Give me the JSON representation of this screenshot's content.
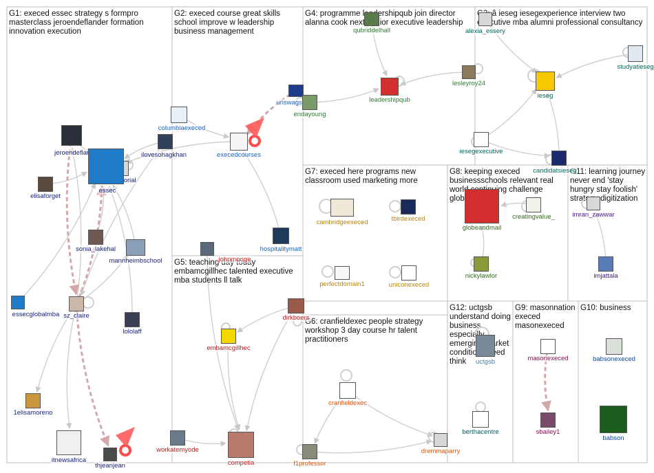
{
  "groups": [
    {
      "id": "G1",
      "title": "G1: execed essec strategy s formpro masterclass jeroendeflander formation innovation execution"
    },
    {
      "id": "G2",
      "title": "G2: execed course great skills school improve w leadership business management"
    },
    {
      "id": "G4",
      "title": "G4: programme leadershipqub join director alanna cook next senior executive leadership"
    },
    {
      "id": "G3",
      "title": "G3: â ieseg iesegexperience interview two executive mba alumni professional consultancy"
    },
    {
      "id": "G7",
      "title": "G7: execed here programs new classroom used marketing more"
    },
    {
      "id": "G8",
      "title": "G8: keeping execed businessschools relevant real world continuing challenge globeandmail"
    },
    {
      "id": "G11",
      "title": "G11: learning journey never end 'stay hungry stay foolish' strategy digitization"
    },
    {
      "id": "G5",
      "title": "G5: teaching day today embamcgillhec talented executive mba students ll talk"
    },
    {
      "id": "G6",
      "title": "G6: cranfieldexec people strategy workshop 3 day course hr talent practitioners"
    },
    {
      "id": "G12",
      "title": "G12: uctgsb understand doing business especially emerging market conditions need think"
    },
    {
      "id": "G9",
      "title": "G9: masonnation execed masonexeced"
    },
    {
      "id": "G10",
      "title": "G10: business"
    }
  ],
  "nodes": [
    {
      "id": "seggitorial",
      "label": "seggitorial",
      "color": "#1a237e",
      "img": "#d8d8d8"
    },
    {
      "id": "jeroendeflander",
      "label": "jeroendeflander",
      "color": "#1a237e",
      "img": "#2b2f3a"
    },
    {
      "id": "essec",
      "label": "essec",
      "color": "#1a237e",
      "img": "#1f7bc8"
    },
    {
      "id": "ilovesohagkhan",
      "label": "ilovesohagkhan",
      "color": "#1a237e",
      "img": "#33405a"
    },
    {
      "id": "elisaforget",
      "label": "elisaforget",
      "color": "#1a237e",
      "img": "#5a4b3e"
    },
    {
      "id": "sonia_lakehal",
      "label": "sonia_lakehal",
      "color": "#1a237e",
      "img": "#6e5a52"
    },
    {
      "id": "mannheimbschool",
      "label": "mannheimbschool",
      "color": "#1a237e",
      "img": "#8aa0b8"
    },
    {
      "id": "essecglobalmba",
      "label": "essecglobalmba",
      "color": "#1a237e",
      "img": "#1f7bc8"
    },
    {
      "id": "sz_claire",
      "label": "sz_claire",
      "color": "#1a237e",
      "img": "#c9b8a8"
    },
    {
      "id": "lololaff",
      "label": "lololaff",
      "color": "#1a237e",
      "img": "#3a3f55"
    },
    {
      "id": "1elisamoreno",
      "label": "1elisamoreno",
      "color": "#1a237e",
      "img": "#c8963c"
    },
    {
      "id": "itnewsafrica",
      "label": "itnewsafrica",
      "color": "#1a237e",
      "img": "#f0f0f0"
    },
    {
      "id": "thjeanjean",
      "label": "thjeanjean",
      "color": "#1a237e",
      "img": "#4a4a4a"
    },
    {
      "id": "columbiaexeced",
      "label": "columbiaexeced",
      "color": "#1565c0",
      "img": "#e8f0f8"
    },
    {
      "id": "execedcourses",
      "label": "execedcourses",
      "color": "#1565c0",
      "img": "#f5f5f5"
    },
    {
      "id": "hospitalitymatt",
      "label": "hospitalitymatt",
      "color": "#1565c0",
      "img": "#1e3a5a"
    },
    {
      "id": "unswagsm",
      "label": "unswagsm",
      "color": "#1565c0",
      "img": "#1e3a8a"
    },
    {
      "id": "endayoung",
      "label": "endayoung",
      "color": "#2e7d32",
      "img": "#7a9a6a"
    },
    {
      "id": "qubriddelhall",
      "label": "qubriddelhall",
      "color": "#2e7d32",
      "img": "#5a7a4a"
    },
    {
      "id": "leadershipqub",
      "label": "leadershipqub",
      "color": "#2e7d32",
      "img": "#d32f2f"
    },
    {
      "id": "lesleyroy24",
      "label": "lesleyroy24",
      "color": "#2e7d32",
      "img": "#8a7a5a"
    },
    {
      "id": "alexia_essery",
      "label": "alexia_essery",
      "color": "#00695c",
      "img": "#d8d8d8"
    },
    {
      "id": "studyatieseg",
      "label": "studyatieseg",
      "color": "#00695c",
      "img": "#e0e8f0"
    },
    {
      "id": "ieseg",
      "label": "ieseg",
      "color": "#00695c",
      "img": "#f6c800"
    },
    {
      "id": "iesegexecutive",
      "label": "iesegexecutive",
      "color": "#00695c",
      "img": "#ffffff"
    },
    {
      "id": "candidatsieseg",
      "label": "candidatsieseg",
      "color": "#00695c",
      "img": "#1a2a6a"
    },
    {
      "id": "cambridgeexeced",
      "label": "cambridgeexeced",
      "color": "#b8860b",
      "img": "#f0e8d8"
    },
    {
      "id": "tbirdexeced",
      "label": "tbirdexeced",
      "color": "#b8860b",
      "img": "#1a2a5a"
    },
    {
      "id": "perfectdomain1",
      "label": "perfectdomain1",
      "color": "#b8860b",
      "img": "#f8f8f8"
    },
    {
      "id": "uniconexeced",
      "label": "uniconexeced",
      "color": "#b8860b",
      "img": "#ffffff"
    },
    {
      "id": "globeandmail",
      "label": "globeandmail",
      "color": "#33691e",
      "img": "#d32f2f"
    },
    {
      "id": "creatingvalue_",
      "label": "creatingvalue_",
      "color": "#33691e",
      "img": "#f0f4e8"
    },
    {
      "id": "nickylawlor",
      "label": "nickylawlor",
      "color": "#33691e",
      "img": "#8a9a3a"
    },
    {
      "id": "imran_zawwar",
      "label": "imran_zawwar",
      "color": "#4a148c",
      "img": "#d8d8d8"
    },
    {
      "id": "imjattala",
      "label": "imjattala",
      "color": "#4a148c",
      "img": "#5a7ab8"
    },
    {
      "id": "johnmonge",
      "label": "johnmonge",
      "color": "#c62828",
      "img": "#5a6a7a"
    },
    {
      "id": "embamcgillhec",
      "label": "embamcgillhec",
      "color": "#b71c1c",
      "img": "#f5d800"
    },
    {
      "id": "dirkboers",
      "label": "dirkboers",
      "color": "#b71c1c",
      "img": "#9a5a4a"
    },
    {
      "id": "workatemyode",
      "label": "workatemyode",
      "color": "#b71c1c",
      "img": "#6a7a8a"
    },
    {
      "id": "competia",
      "label": "competia",
      "color": "#b71c1c",
      "img": "#b87a6a"
    },
    {
      "id": "cranfieldexec",
      "label": "cranfieldexec",
      "color": "#e65100",
      "img": "#ffffff"
    },
    {
      "id": "f1professor",
      "label": "f1professor",
      "color": "#e65100",
      "img": "#8a8a7a"
    },
    {
      "id": "dremmaparry",
      "label": "dremmaparry",
      "color": "#e65100",
      "img": "#d8d8d8"
    },
    {
      "id": "uctgsb",
      "label": "uctgsb",
      "color": "#4a7aa8",
      "img": "#7a8a9a"
    },
    {
      "id": "berthacentre",
      "label": "berthacentre",
      "color": "#006064",
      "img": "#ffffff"
    },
    {
      "id": "masonexeced",
      "label": "masonexeced",
      "color": "#880e4f",
      "img": "#ffffff"
    },
    {
      "id": "sbailey1",
      "label": "sbailey1",
      "color": "#880e4f",
      "img": "#7a4a6a"
    },
    {
      "id": "babsonexeced",
      "label": "babsonexeced",
      "color": "#0d47a1",
      "img": "#d8e0d8"
    },
    {
      "id": "babson",
      "label": "babson",
      "color": "#0d47a1",
      "img": "#1b5e20"
    }
  ],
  "edges": [
    {
      "from": "seggitorial",
      "to": "essec",
      "style": "plain"
    },
    {
      "from": "jeroendeflander",
      "to": "essec",
      "style": "plain"
    },
    {
      "from": "ilovesohagkhan",
      "to": "essec",
      "style": "plain"
    },
    {
      "from": "elisaforget",
      "to": "essec",
      "style": "plain"
    },
    {
      "from": "sonia_lakehal",
      "to": "essec",
      "style": "plain"
    },
    {
      "from": "mannheimbschool",
      "to": "essec",
      "style": "plain"
    },
    {
      "from": "essecglobalmba",
      "to": "essec",
      "style": "plain"
    },
    {
      "from": "sz_claire",
      "to": "essec",
      "style": "strong"
    },
    {
      "from": "lololaff",
      "to": "essec",
      "style": "plain"
    },
    {
      "from": "sz_claire",
      "to": "1elisamoreno",
      "style": "plain"
    },
    {
      "from": "sz_claire",
      "to": "itnewsafrica",
      "style": "plain"
    },
    {
      "from": "sz_claire",
      "to": "thjeanjean",
      "style": "strong"
    },
    {
      "from": "sz_claire",
      "to": "jeroendeflander",
      "style": "plain"
    },
    {
      "from": "sz_claire",
      "to": "mannheimbschool",
      "style": "plain"
    },
    {
      "from": "jeroendeflander",
      "to": "sz_claire",
      "style": "strong"
    },
    {
      "from": "ilovesohagkhan",
      "to": "sz_claire",
      "style": "plain"
    },
    {
      "from": "columbiaexeced",
      "to": "execedcourses",
      "style": "plain"
    },
    {
      "from": "hospitalitymatt",
      "to": "execedcourses",
      "style": "plain"
    },
    {
      "from": "unswagsm",
      "to": "execedcourses",
      "style": "strong"
    },
    {
      "from": "execedcourses",
      "to": "essec",
      "style": "plain"
    },
    {
      "from": "qubriddelhall",
      "to": "leadershipqub",
      "style": "plain"
    },
    {
      "from": "lesleyroy24",
      "to": "leadershipqub",
      "style": "plain"
    },
    {
      "from": "endayoung",
      "to": "leadershipqub",
      "style": "plain"
    },
    {
      "from": "alexia_essery",
      "to": "ieseg",
      "style": "plain"
    },
    {
      "from": "studyatieseg",
      "to": "ieseg",
      "style": "plain"
    },
    {
      "from": "iesegexecutive",
      "to": "ieseg",
      "style": "plain"
    },
    {
      "from": "candidatsieseg",
      "to": "ieseg",
      "style": "plain"
    },
    {
      "from": "iesegexecutive",
      "to": "candidatsieseg",
      "style": "plain"
    },
    {
      "from": "creatingvalue_",
      "to": "globeandmail",
      "style": "plain"
    },
    {
      "from": "nickylawlor",
      "to": "globeandmail",
      "style": "plain"
    },
    {
      "from": "imjattala",
      "to": "imran_zawwar",
      "style": "plain"
    },
    {
      "from": "johnmonge",
      "to": "competia",
      "style": "plain"
    },
    {
      "from": "embamcgillhec",
      "to": "competia",
      "style": "plain"
    },
    {
      "from": "dirkboers",
      "to": "competia",
      "style": "plain"
    },
    {
      "from": "workatemyode",
      "to": "competia",
      "style": "plain"
    },
    {
      "from": "dirkboers",
      "to": "embamcgillhec",
      "style": "plain"
    },
    {
      "from": "f1professor",
      "to": "dremmaparry",
      "style": "plain"
    },
    {
      "from": "cranfieldexec",
      "to": "dremmaparry",
      "style": "plain"
    },
    {
      "from": "cranfieldexec",
      "to": "f1professor",
      "style": "plain"
    },
    {
      "from": "masonexeced",
      "to": "sbailey1",
      "style": "strong"
    }
  ]
}
